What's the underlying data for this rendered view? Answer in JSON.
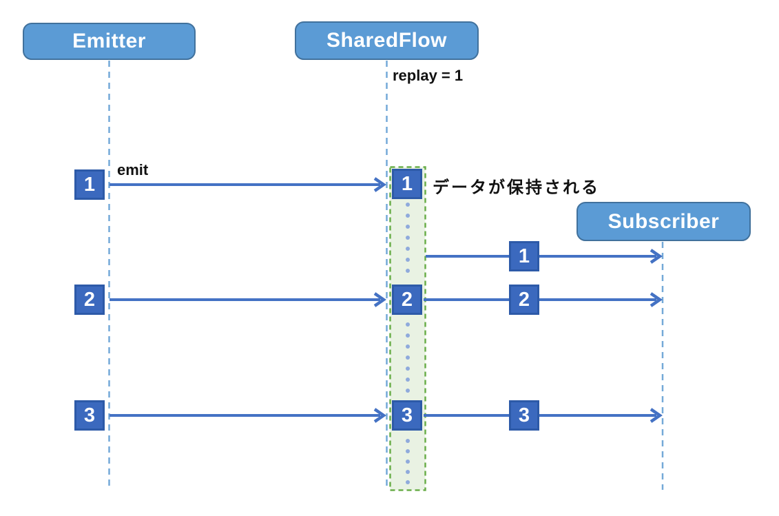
{
  "diagram": {
    "actors": [
      {
        "id": "emitter",
        "label": "Emitter"
      },
      {
        "id": "sharedflow",
        "label": "SharedFlow"
      },
      {
        "id": "subscriber",
        "label": "Subscriber"
      }
    ],
    "annotations": {
      "replay": "replay = 1",
      "emit": "emit",
      "data_retained": "データが保持される"
    },
    "events": [
      {
        "value": "1"
      },
      {
        "value": "2"
      },
      {
        "value": "3"
      }
    ],
    "colors": {
      "actor_fill": "#5b9bd5",
      "actor_border": "#41719c",
      "event_fill": "#3b69be",
      "event_border": "#2d5aa8",
      "arrow": "#4472c4",
      "lifeline": "#74a9d8",
      "buffer_fill": "#e9f2e3",
      "buffer_border": "#6aae4a",
      "dot": "#8faadc"
    }
  }
}
